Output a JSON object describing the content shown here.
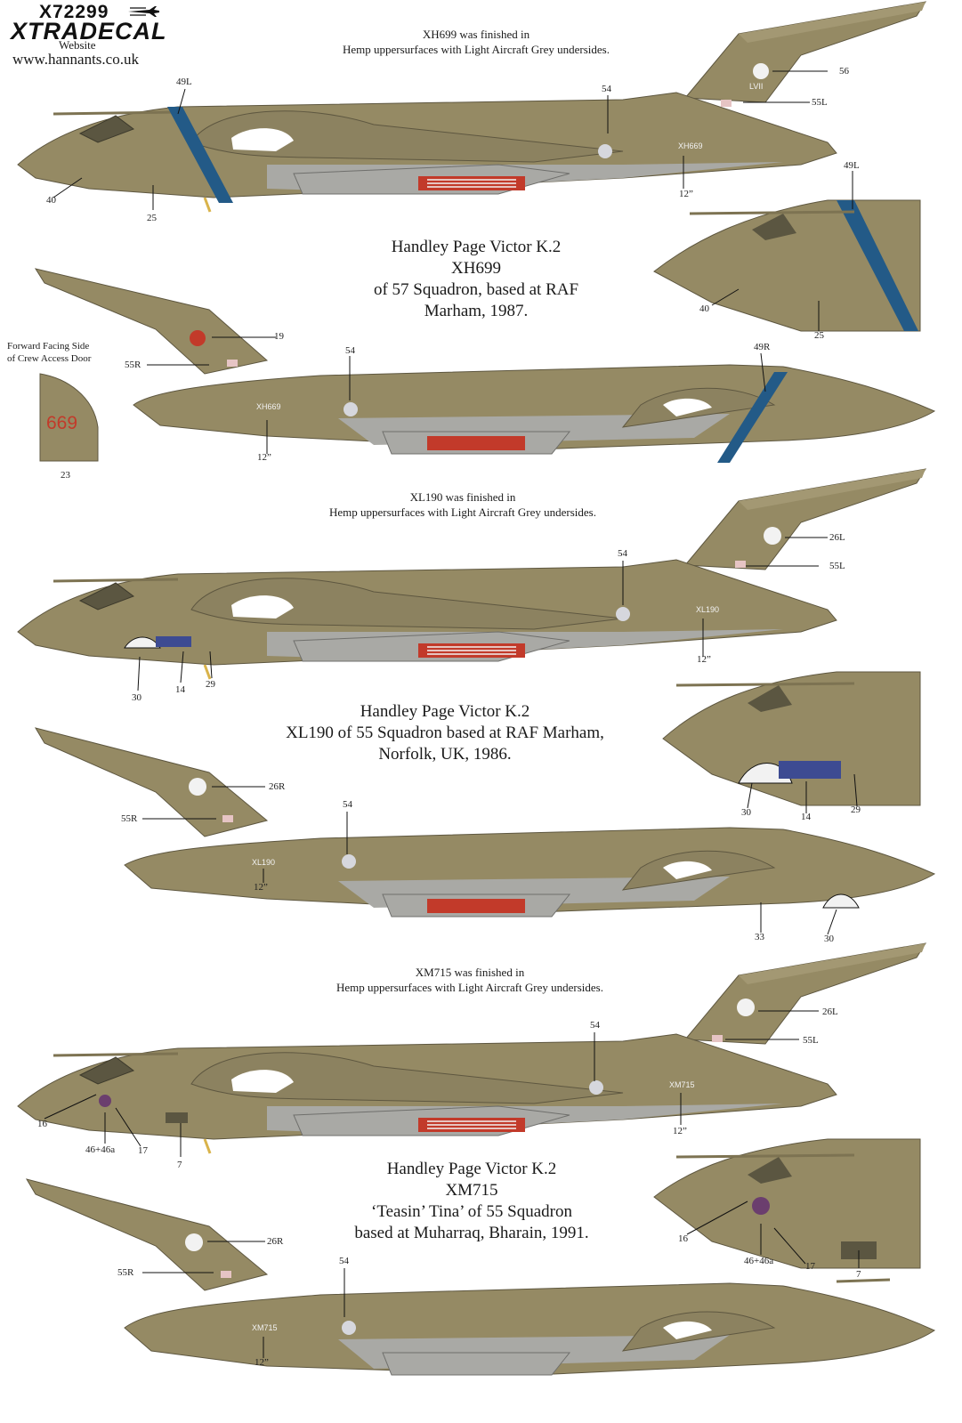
{
  "header": {
    "code": "X72299",
    "brand": "XTRADECAL",
    "site_label": "Website",
    "url": "www.hannants.co.uk"
  },
  "colors": {
    "hemp": "#958a64",
    "hemp_dark": "#7d7352",
    "grey": "#a9a9a5",
    "stripe": "#235a87",
    "red": "#c23a2a",
    "white": "#f2f2f2"
  },
  "schemes": [
    {
      "note_line1": "XH699 was finished in",
      "note_line2": "Hemp uppersurfaces with Light Aircraft Grey undersides.",
      "title_lines": [
        "Handley Page Victor K.2",
        "XH699",
        "of 57 Squadron, based at RAF",
        "Marham, 1987."
      ],
      "serial": "XH669",
      "fin_text": "LVII"
    },
    {
      "note_line1": "XL190 was finished in",
      "note_line2": "Hemp uppersurfaces with Light Aircraft Grey undersides.",
      "title_lines": [
        "Handley Page Victor K.2",
        "XL190 of 55 Squadron based at RAF Marham,",
        "Norfolk, UK, 1986."
      ],
      "serial": "XL190"
    },
    {
      "note_line1": "XM715 was finished in",
      "note_line2": "Hemp uppersurfaces with Light Aircraft Grey undersides.",
      "title_lines": [
        "Handley Page Victor K.2",
        "XM715",
        "‘Teasin’ Tina’ of 55 Squadron",
        "based at Muharraq, Bharain, 1991."
      ],
      "serial": "XM715"
    }
  ],
  "door": {
    "caption_line1": "Forward Facing Side",
    "caption_line2": "of Crew Access Door",
    "number": "669",
    "ref": "23"
  },
  "labels": {
    "l49L": "49L",
    "l54": "54",
    "l56": "56",
    "l55L": "55L",
    "l40": "40",
    "l25": "25",
    "l12": "12”",
    "l19": "19",
    "l55R": "55R",
    "l49R": "49R",
    "l26L": "26L",
    "l30": "30",
    "l14": "14",
    "l29": "29",
    "l26R": "26R",
    "l33": "33",
    "l16": "16",
    "l46": "46+46a",
    "l17": "17",
    "l7": "7"
  }
}
